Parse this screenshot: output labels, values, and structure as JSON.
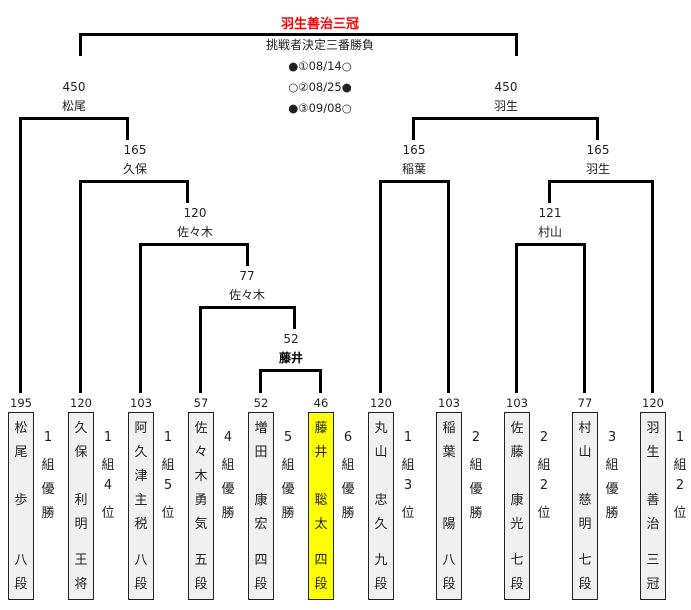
{
  "champion": {
    "title": "羽生善治三冠"
  },
  "final": {
    "label": "挑戦者決定三番勝負",
    "games": [
      "●①08/14○",
      "○②08/25●",
      "●③09/08○"
    ]
  },
  "nodes": {
    "left_semi": {
      "points": "450",
      "name": "松尾"
    },
    "right_semi": {
      "points": "450",
      "name": "羽生"
    },
    "left_q": {
      "points": "165",
      "name": "久保"
    },
    "inaba_q": {
      "points": "165",
      "name": "稲葉"
    },
    "habu_q": {
      "points": "165",
      "name": "羽生"
    },
    "sasaki_120": {
      "points": "120",
      "name": "佐々木"
    },
    "murayama_121": {
      "points": "121",
      "name": "村山"
    },
    "sasaki_77": {
      "points": "77",
      "name": "佐々木"
    },
    "fujii_52": {
      "points": "52",
      "name": "藤井"
    }
  },
  "players": [
    {
      "seed_points": "195",
      "name_chars": [
        "松",
        "尾",
        "",
        "歩"
      ],
      "rank_chars": [
        "八",
        "段"
      ],
      "qual_chars": [
        "1",
        "組",
        "優",
        "勝"
      ],
      "highlight": false
    },
    {
      "seed_points": "120",
      "name_chars": [
        "久",
        "保",
        "",
        "利",
        "明"
      ],
      "rank_chars": [
        "王",
        "将"
      ],
      "qual_chars": [
        "1",
        "組",
        "4",
        "位"
      ],
      "highlight": false
    },
    {
      "seed_points": "103",
      "name_chars": [
        "阿",
        "久",
        "津",
        "主",
        "税"
      ],
      "rank_chars": [
        "八",
        "段"
      ],
      "qual_chars": [
        "1",
        "組",
        "5",
        "位"
      ],
      "highlight": false
    },
    {
      "seed_points": "57",
      "name_chars": [
        "佐",
        "々",
        "木",
        "勇",
        "気"
      ],
      "rank_chars": [
        "五",
        "段"
      ],
      "qual_chars": [
        "4",
        "組",
        "優",
        "勝"
      ],
      "highlight": false
    },
    {
      "seed_points": "52",
      "name_chars": [
        "増",
        "田",
        "",
        "康",
        "宏"
      ],
      "rank_chars": [
        "四",
        "段"
      ],
      "qual_chars": [
        "5",
        "組",
        "優",
        "勝"
      ],
      "highlight": false
    },
    {
      "seed_points": "46",
      "name_chars": [
        "藤",
        "井",
        "",
        "聡",
        "太"
      ],
      "rank_chars": [
        "四",
        "段"
      ],
      "qual_chars": [
        "6",
        "組",
        "優",
        "勝"
      ],
      "highlight": true
    },
    {
      "seed_points": "120",
      "name_chars": [
        "丸",
        "山",
        "",
        "忠",
        "久"
      ],
      "rank_chars": [
        "九",
        "段"
      ],
      "qual_chars": [
        "1",
        "組",
        "3",
        "位"
      ],
      "highlight": false
    },
    {
      "seed_points": "103",
      "name_chars": [
        "稲",
        "葉",
        "",
        "",
        "陽"
      ],
      "rank_chars": [
        "八",
        "段"
      ],
      "qual_chars": [
        "2",
        "組",
        "優",
        "勝"
      ],
      "highlight": false
    },
    {
      "seed_points": "103",
      "name_chars": [
        "佐",
        "藤",
        "",
        "康",
        "光"
      ],
      "rank_chars": [
        "七",
        "段"
      ],
      "qual_chars": [
        "2",
        "組",
        "2",
        "位"
      ],
      "highlight": false
    },
    {
      "seed_points": "77",
      "name_chars": [
        "村",
        "山",
        "",
        "慈",
        "明"
      ],
      "rank_chars": [
        "七",
        "段"
      ],
      "qual_chars": [
        "3",
        "組",
        "優",
        "勝"
      ],
      "highlight": false
    },
    {
      "seed_points": "120",
      "name_chars": [
        "羽",
        "生",
        "",
        "善",
        "治"
      ],
      "rank_chars": [
        "三",
        "冠"
      ],
      "qual_chars": [
        "1",
        "組",
        "2",
        "位"
      ],
      "highlight": false
    }
  ],
  "colors": {
    "champion": "#ff0000",
    "highlight": "#ffff00",
    "box": "#f0f0f0"
  }
}
